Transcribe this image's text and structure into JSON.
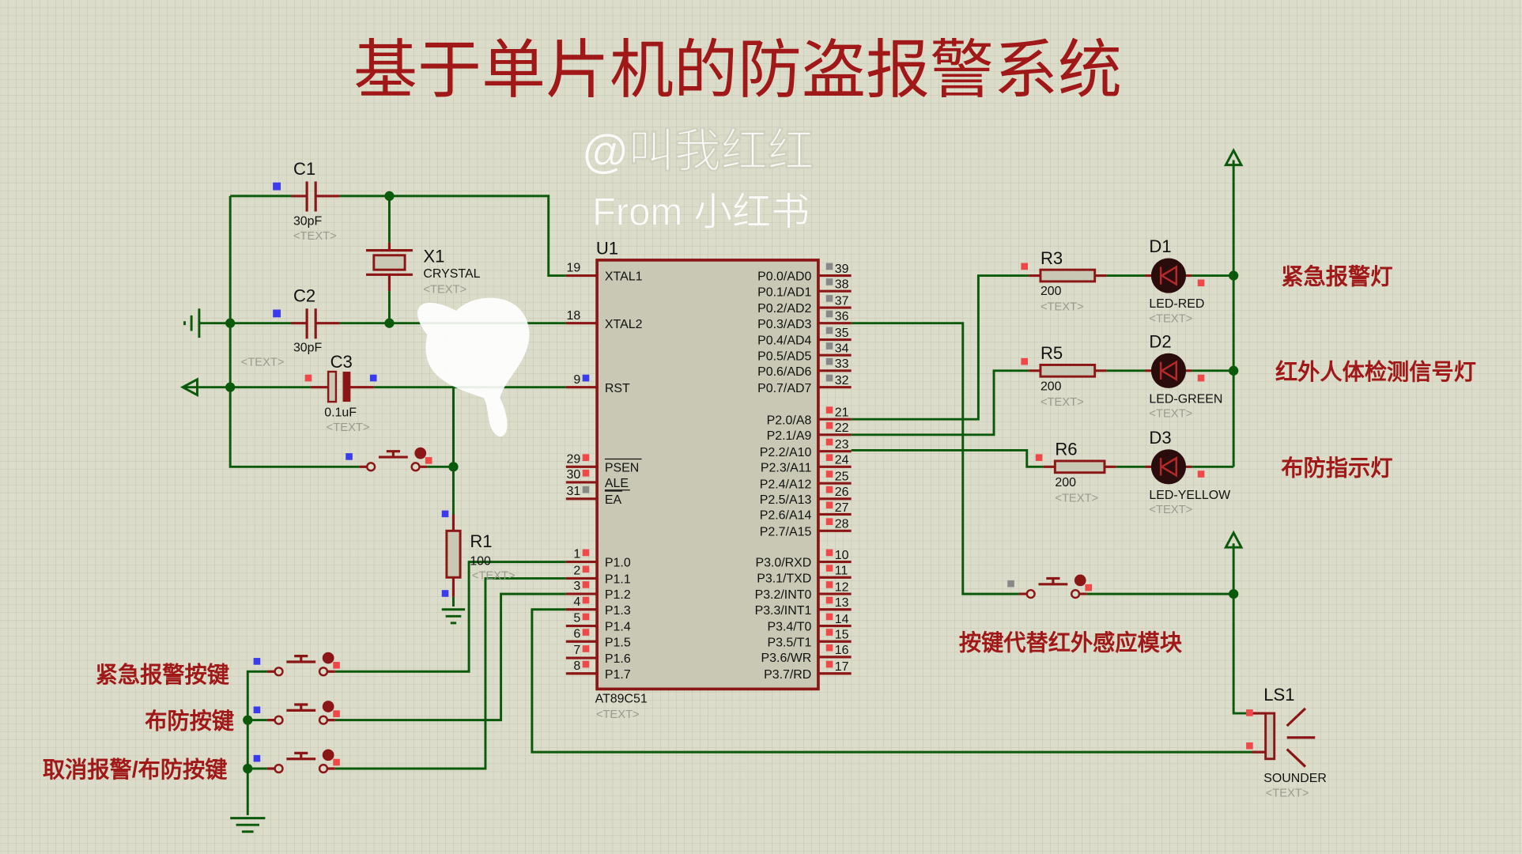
{
  "title": "基于单片机的防盗报警系统",
  "watermark": {
    "line1": "@叫我红红",
    "line2": "From 小红书"
  },
  "colors": {
    "wire": "#0b5a0b",
    "component": "#8b1616",
    "chip_fill": "#c8c8b4",
    "title": "#a01818",
    "background": "#dcdcca"
  },
  "components": {
    "c1": {
      "ref": "C1",
      "value": "30pF",
      "text": "<TEXT>"
    },
    "c2": {
      "ref": "C2",
      "value": "30pF",
      "text": "<TEXT>"
    },
    "c3": {
      "ref": "C3",
      "value": "0.1uF",
      "text": "<TEXT>"
    },
    "x1": {
      "ref": "X1",
      "value": "CRYSTAL",
      "text": "<TEXT>"
    },
    "r1": {
      "ref": "R1",
      "value": "100",
      "text": "<TEXT>"
    },
    "r3": {
      "ref": "R3",
      "value": "200",
      "text": "<TEXT>"
    },
    "r5": {
      "ref": "R5",
      "value": "200",
      "text": "<TEXT>"
    },
    "r6": {
      "ref": "R6",
      "value": "200",
      "text": "<TEXT>"
    },
    "d1": {
      "ref": "D1",
      "value": "LED-RED",
      "text": "<TEXT>"
    },
    "d2": {
      "ref": "D2",
      "value": "LED-GREEN",
      "text": "<TEXT>"
    },
    "d3": {
      "ref": "D3",
      "value": "LED-YELLOW",
      "text": "<TEXT>"
    },
    "ls1": {
      "ref": "LS1",
      "value": "SOUNDER",
      "text": "<TEXT>"
    },
    "u1": {
      "ref": "U1",
      "value": "AT89C51",
      "text": "<TEXT>"
    }
  },
  "chip": {
    "left_pins": [
      {
        "num": "19",
        "name": "XTAL1"
      },
      {
        "num": "18",
        "name": "XTAL2"
      },
      {
        "num": "9",
        "name": "RST"
      },
      {
        "num": "29",
        "name": "PSEN"
      },
      {
        "num": "30",
        "name": "ALE"
      },
      {
        "num": "31",
        "name": "EA"
      },
      {
        "num": "1",
        "name": "P1.0"
      },
      {
        "num": "2",
        "name": "P1.1"
      },
      {
        "num": "3",
        "name": "P1.2"
      },
      {
        "num": "4",
        "name": "P1.3"
      },
      {
        "num": "5",
        "name": "P1.4"
      },
      {
        "num": "6",
        "name": "P1.5"
      },
      {
        "num": "7",
        "name": "P1.6"
      },
      {
        "num": "8",
        "name": "P1.7"
      }
    ],
    "right_pins": [
      {
        "num": "39",
        "name": "P0.0/AD0"
      },
      {
        "num": "38",
        "name": "P0.1/AD1"
      },
      {
        "num": "37",
        "name": "P0.2/AD2"
      },
      {
        "num": "36",
        "name": "P0.3/AD3"
      },
      {
        "num": "35",
        "name": "P0.4/AD4"
      },
      {
        "num": "34",
        "name": "P0.5/AD5"
      },
      {
        "num": "33",
        "name": "P0.6/AD6"
      },
      {
        "num": "32",
        "name": "P0.7/AD7"
      },
      {
        "num": "21",
        "name": "P2.0/A8"
      },
      {
        "num": "22",
        "name": "P2.1/A9"
      },
      {
        "num": "23",
        "name": "P2.2/A10"
      },
      {
        "num": "24",
        "name": "P2.3/A11"
      },
      {
        "num": "25",
        "name": "P2.4/A12"
      },
      {
        "num": "26",
        "name": "P2.5/A13"
      },
      {
        "num": "27",
        "name": "P2.6/A14"
      },
      {
        "num": "28",
        "name": "P2.7/A15"
      },
      {
        "num": "10",
        "name": "P3.0/RXD"
      },
      {
        "num": "11",
        "name": "P3.1/TXD"
      },
      {
        "num": "12",
        "name": "P3.2/INT0"
      },
      {
        "num": "13",
        "name": "P3.3/INT1"
      },
      {
        "num": "14",
        "name": "P3.4/T0"
      },
      {
        "num": "15",
        "name": "P3.5/T1"
      },
      {
        "num": "16",
        "name": "P3.6/WR"
      },
      {
        "num": "17",
        "name": "P3.7/RD"
      }
    ]
  },
  "labels": {
    "led1": "紧急报警灯",
    "led2": "红外人体检测信号灯",
    "led3": "布防指示灯",
    "ir_button": "按键代替红外感应模块",
    "btn_alarm": "紧急报警按键",
    "btn_arm": "布防按键",
    "btn_cancel": "取消报警/布防按键"
  }
}
